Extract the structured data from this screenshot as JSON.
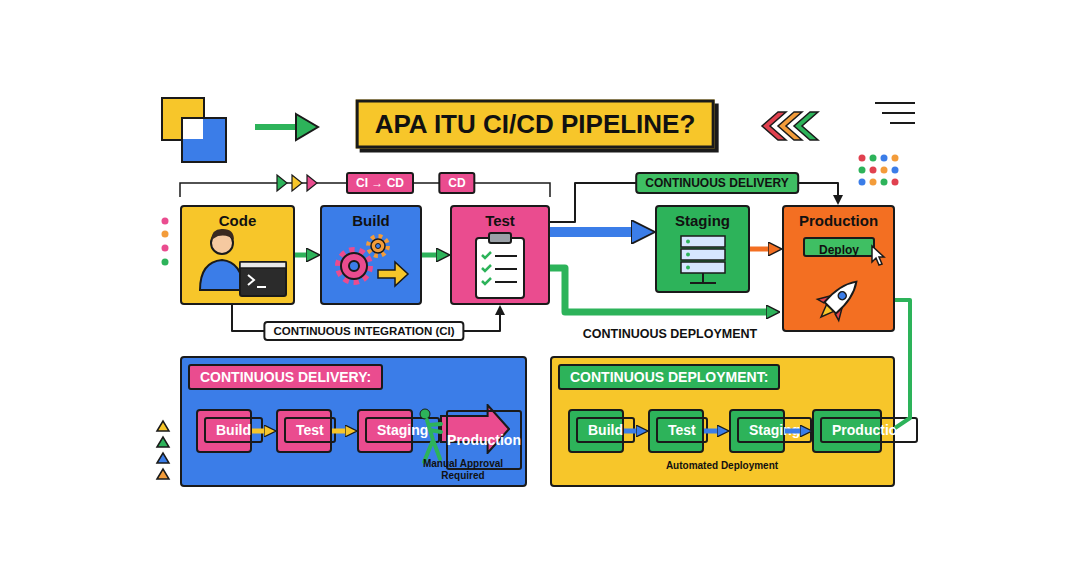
{
  "diagram": {
    "title": "APA ITU CI/CD PIPELINE?",
    "nodes": [
      {
        "text": [
          "Code"
        ]
      },
      {
        "text": [
          "Build"
        ]
      },
      {
        "text": [
          "Test"
        ]
      },
      {
        "text": [
          "Staging"
        ]
      },
      {
        "text": [
          "Production"
        ]
      },
      {
        "text": [
          "Deploy"
        ],
        "in": 4
      },
      {
        "text": [
          "CONTINUOUS DELIVERY:"
        ]
      },
      {
        "text": [
          "Build"
        ],
        "in": 6
      },
      {
        "text": [
          "Test"
        ],
        "in": 6
      },
      {
        "text": [
          "Staging"
        ],
        "in": 6
      },
      {
        "text": [
          "Production"
        ],
        "in": 6
      },
      {
        "text": [
          "CONTINUOUS DEPLOYMENT:"
        ]
      },
      {
        "text": [
          "Build"
        ],
        "in": 11
      },
      {
        "text": [
          "Test"
        ],
        "in": 11
      },
      {
        "text": [
          "Staging"
        ],
        "in": 11
      },
      {
        "text": [
          "Production"
        ],
        "in": 11
      }
    ],
    "edges": [
      {
        "from": 0,
        "to": 1,
        "arrow": "to"
      },
      {
        "from": 1,
        "to": 2,
        "arrow": "to"
      },
      {
        "from": 2,
        "to": 3,
        "arrow": "to"
      },
      {
        "from": 3,
        "to": 4,
        "arrow": "to"
      },
      {
        "from": 0,
        "to": 2,
        "label": "CONTINUOUS INTEGRATION (CI)",
        "arrow": "to"
      },
      {
        "from": 2,
        "to": 4,
        "label": "CONTINUOUS DELIVERY",
        "arrow": "to"
      },
      {
        "from": 2,
        "to": 4,
        "label": "CONTINUOUS DEPLOYMENT",
        "arrow": "to"
      },
      {
        "from": 7,
        "to": 8,
        "arrow": "to"
      },
      {
        "from": 8,
        "to": 9,
        "arrow": "to"
      },
      {
        "from": 12,
        "to": 13,
        "arrow": "to"
      },
      {
        "from": 13,
        "to": 14,
        "arrow": "to"
      },
      {
        "from": 14,
        "to": 15,
        "arrow": "to"
      },
      {
        "from": 4,
        "to": 11,
        "arrow": "none"
      }
    ],
    "labels": [
      "CI → CD",
      "CD",
      "Manual Approval Required",
      "Automated Deployment"
    ]
  }
}
